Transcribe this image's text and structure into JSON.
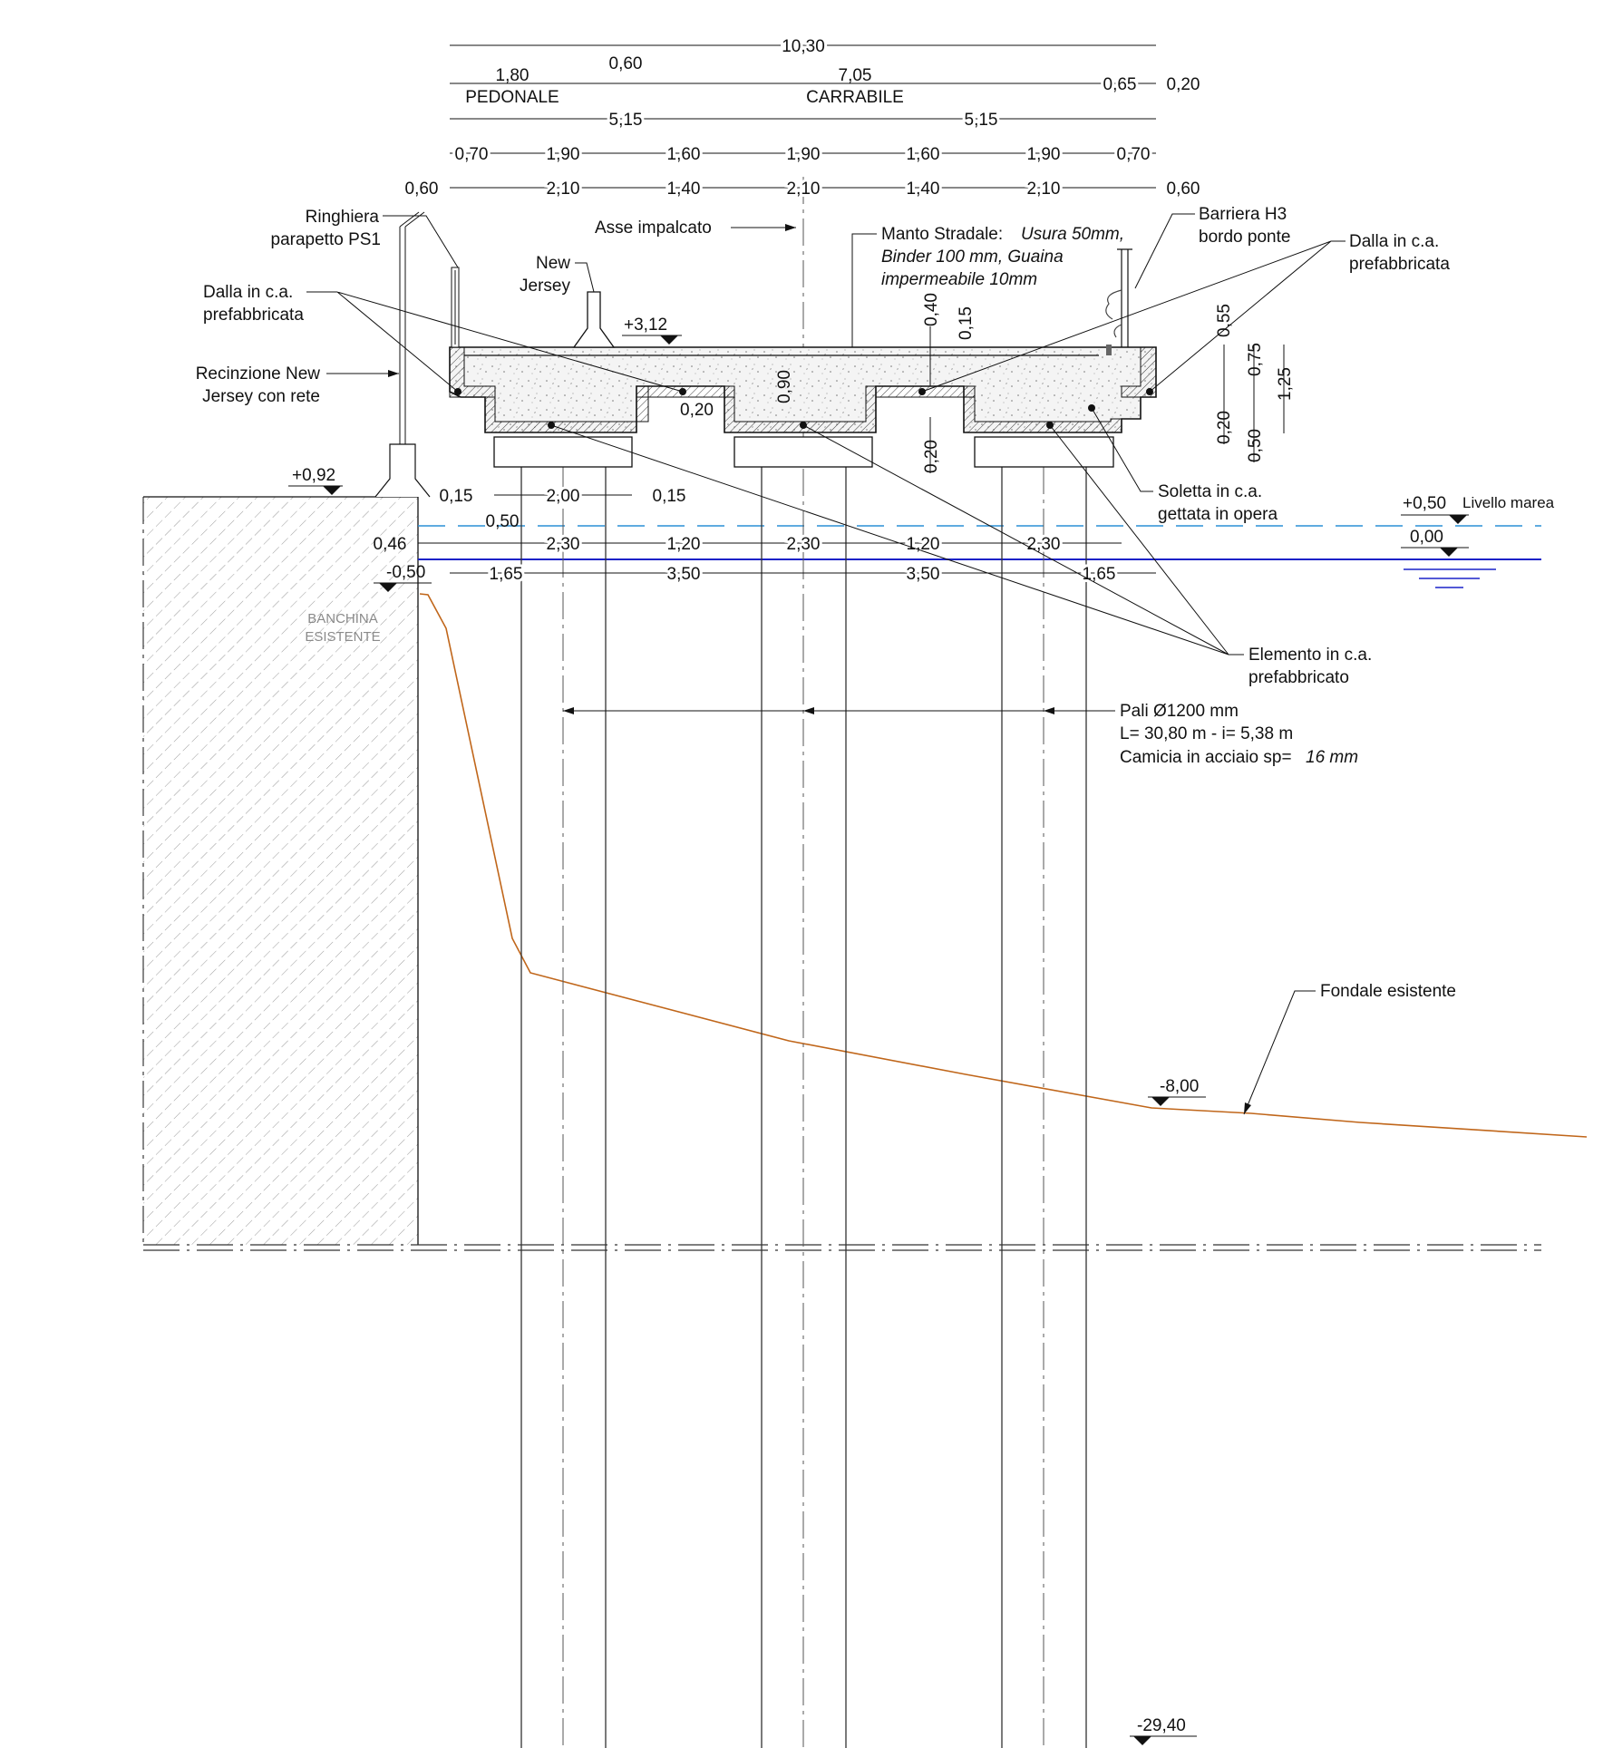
{
  "dims": {
    "top": "10,30",
    "row2": {
      "ped_w": "1,80",
      "ped_lbl": "PEDONALE",
      "a": "0,60",
      "car_w": "7,05",
      "car_lbl": "CARRABILE",
      "b": "0,65",
      "c": "0,20"
    },
    "row3": [
      "5,15",
      "5,15"
    ],
    "row4": [
      "0,70",
      "1,90",
      "1,60",
      "1,90",
      "1,60",
      "1,90",
      "0,70"
    ],
    "row5": [
      "0,60",
      "2,10",
      "1,40",
      "2,10",
      "1,40",
      "2,10",
      "0,60"
    ],
    "cap": [
      "0,15",
      "2,00",
      "0,15"
    ],
    "pile_gap": "0,50",
    "row_pile": [
      "0,46",
      "2,30",
      "1,20",
      "2,30",
      "1,20",
      "2,30"
    ],
    "row_axes": [
      "1,65",
      "3,50",
      "3,50",
      "1,65"
    ],
    "vert": [
      "0,40",
      "0,15",
      "0,90",
      "0,20",
      "0,20",
      "0,55",
      "0,20",
      "0,75",
      "0,50",
      "1,25"
    ]
  },
  "levels": {
    "deck": "+3,12",
    "quay": "+0,92",
    "quay_foot": "-0,50",
    "tide": "+0,50",
    "tide_label": "Livello marea",
    "zero": "0,00",
    "seabed": "-8,00",
    "pile_tip": "-29,40"
  },
  "labels": {
    "ringhiera": [
      "Ringhiera",
      "parapetto PS1"
    ],
    "asse": "Asse impalcato",
    "manto": "Manto Stradale:",
    "manto_it": [
      "Usura 50mm,",
      "Binder 100 mm, Guaina",
      "impermeabile 10mm"
    ],
    "barriera": [
      "Barriera H3",
      "bordo ponte"
    ],
    "dalla_l": [
      "Dalla in c.a.",
      "prefabbricata"
    ],
    "dalla_r": [
      "Dalla in c.a.",
      "prefabbricata"
    ],
    "newjersey": [
      "New",
      "Jersey"
    ],
    "recinzione": [
      "Recinzione New",
      "Jersey con rete"
    ],
    "soletta": [
      "Soletta in c.a.",
      "gettata in opera"
    ],
    "elemento": [
      "Elemento in c.a.",
      "prefabbricato"
    ],
    "pali": [
      "Pali Ø1200 mm",
      "L= 30,80 m - i= 5,38 m",
      "Camicia in acciaio sp="
    ],
    "pali_it": "16 mm",
    "fondale": "Fondale esistente",
    "banchina": [
      "BANCHINA",
      "ESISTENTE"
    ]
  },
  "colors": {
    "line": "#111111",
    "tide": "#2a8fd6",
    "water": "#1a22c8",
    "seabed": "#c0661a",
    "hatch": "#8a8a8a"
  }
}
